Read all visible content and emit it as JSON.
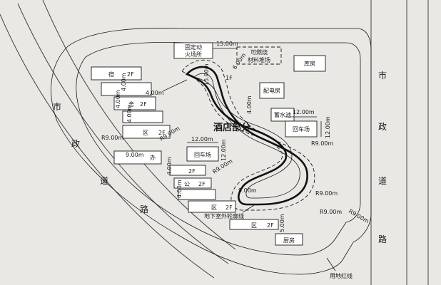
{
  "labels": {
    "hotel": "酒店部分",
    "fixed_fire_site": [
      "固定动",
      "火场所"
    ],
    "combustible_yard": [
      "可燃烧",
      "材料堆场"
    ],
    "warehouse": "库房",
    "power_room": "配电房",
    "water_tank": "蓄水池",
    "turnaround_right": "回车场",
    "turnaround_left": "回车场",
    "basement_outline": "地下室外轮廓线",
    "kitchen": "厨房",
    "red_line": "用地红线",
    "floor_2f": "2F",
    "floor_1f": "1F",
    "dorm_chars": [
      "宿",
      "舍",
      "区"
    ],
    "office_chars": [
      "办",
      "公",
      "区"
    ]
  },
  "roads": {
    "left": [
      "市",
      "政",
      "道",
      "路"
    ],
    "right": [
      "市",
      "政",
      "道",
      "路"
    ]
  },
  "dims": {
    "d15": "15.00m",
    "d4": "4.00m",
    "d12": "12.00m",
    "d9": "9.00m",
    "d6": "6.00m",
    "d5": "5.00m",
    "r9": "R9.00m"
  }
}
